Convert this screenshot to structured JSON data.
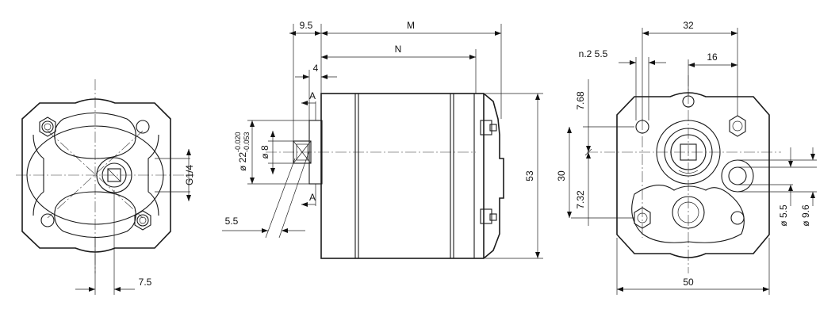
{
  "dimensions": {
    "flange_offset": "7.5",
    "port_thread": "G1/4",
    "shaft_extension": "9.5",
    "length_m": "M",
    "length_n": "N",
    "pilot_length": "4",
    "section_label": "A",
    "pilot_diameter": "ø 22",
    "pilot_tol_upper": "-0.020",
    "pilot_tol_lower": "-0.053",
    "shaft_diameter": "ø 8",
    "shaft_flat": "5.5",
    "height": "53",
    "bolt_spacing_x": "32",
    "port_offset_x": "16",
    "bolt_hole": "n.2 5.5",
    "offset_up": "7.68",
    "bolt_spacing_y": "30",
    "offset_down": "7.32",
    "port_small": "ø 5.5",
    "port_large": "ø 9.6",
    "width": "50"
  }
}
